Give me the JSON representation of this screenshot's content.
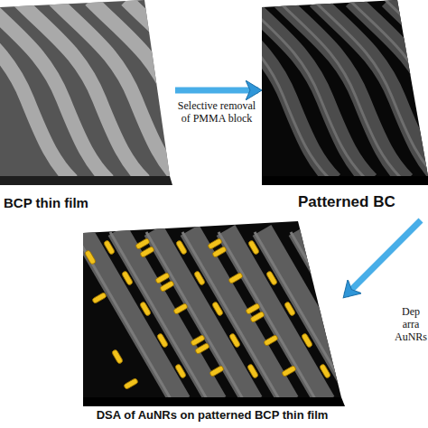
{
  "diagram": {
    "nodes": [
      {
        "text": [
          "BCP thin film"
        ]
      },
      {
        "text": [
          "Patterned BC"
        ]
      },
      {
        "text": [
          "DSA of AuNRs on patterned BCP thin film"
        ]
      }
    ],
    "edges": [
      {
        "from": 0,
        "to": 1,
        "arrow": "to",
        "label": "Selective removal of PMMA block"
      },
      {
        "from": 1,
        "to": 2,
        "arrow": "to",
        "label": "Dep arra AuNRs"
      }
    ]
  }
}
